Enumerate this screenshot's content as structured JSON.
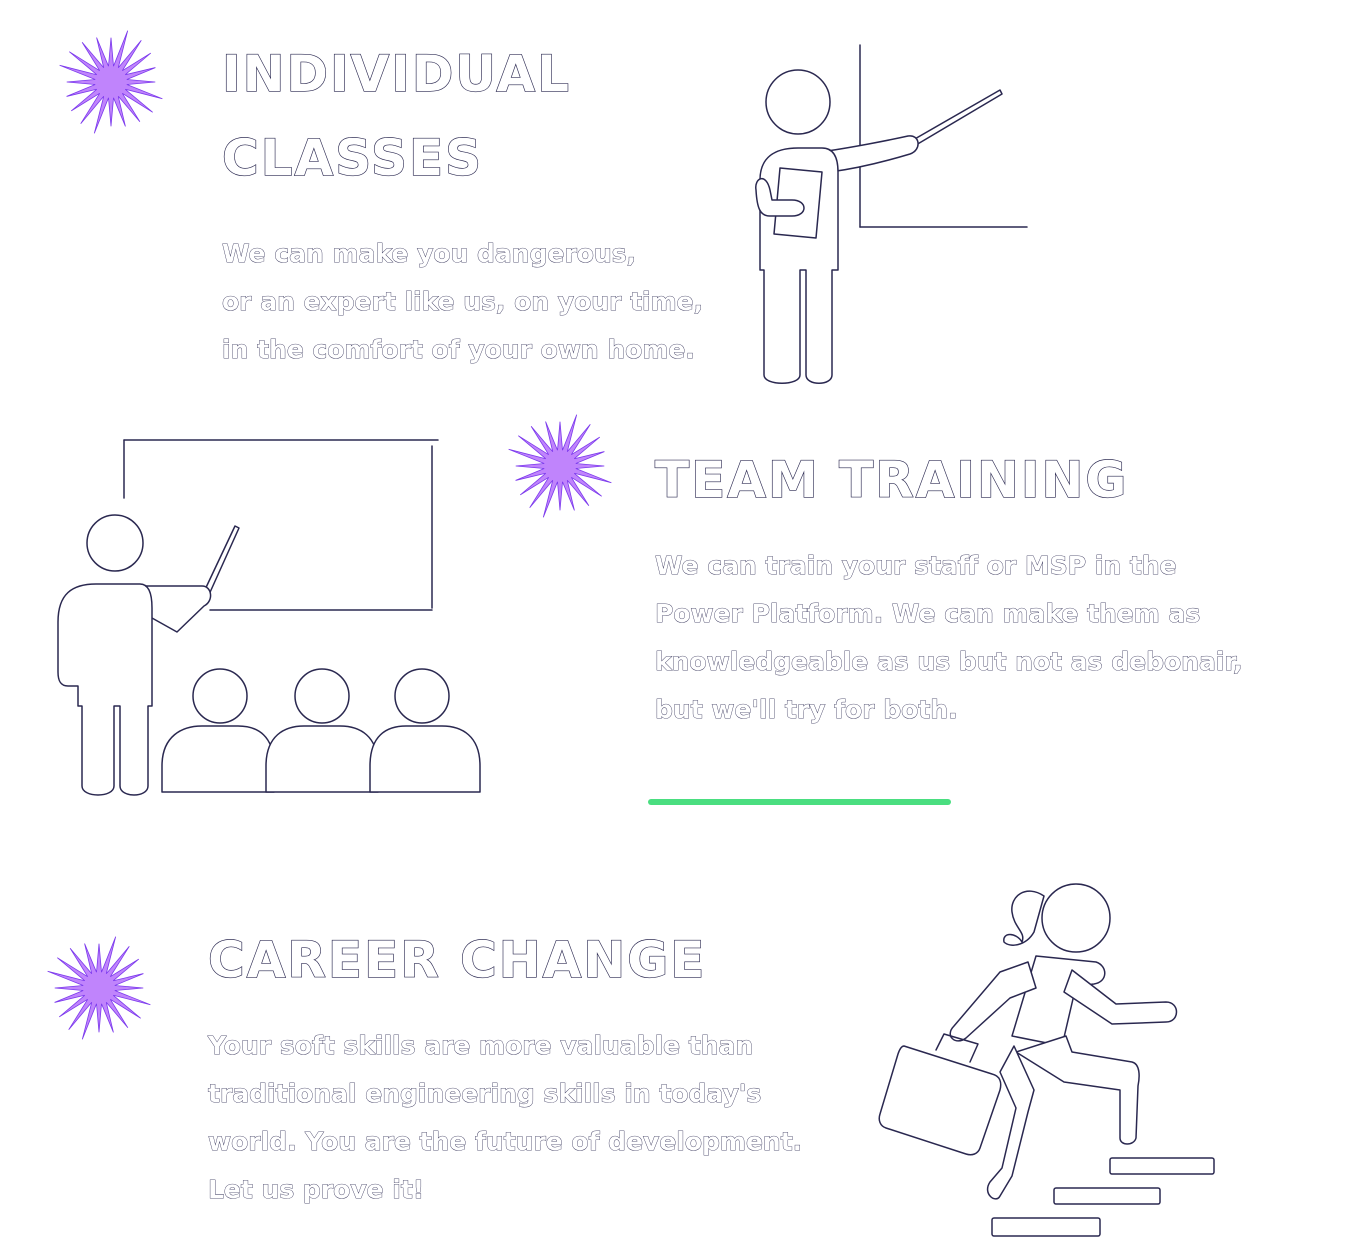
{
  "colors": {
    "accent_star": "#c084fc",
    "star_edge": "#7c3aed",
    "divider": "#4ade80",
    "outline": "#2a2850"
  },
  "sections": [
    {
      "icon": "starburst-icon",
      "title_lines": [
        "INDIVIDUAL",
        "CLASSES"
      ],
      "body_lines": [
        "We can make you dangerous,",
        "or an expert like us, on your time,",
        "in the comfort of your own home."
      ],
      "illustration": "teacher-pointing-icon"
    },
    {
      "icon": "starburst-icon",
      "title_lines": [
        "TEAM TRAINING"
      ],
      "body_lines": [
        "We can train your staff or MSP in the",
        "Power Platform.  We can make them as",
        " knowledgeable as us but not as debonair,",
        " but we'll try for both."
      ],
      "illustration": "classroom-icon"
    },
    {
      "icon": "starburst-icon",
      "title_lines": [
        "CAREER CHANGE"
      ],
      "body_lines": [
        "Your soft skills are more valuable than",
        "traditional engineering skills in today's",
        "world. You are the future of development.",
        " Let us prove it!"
      ],
      "illustration": "climbing-stairs-icon"
    }
  ]
}
